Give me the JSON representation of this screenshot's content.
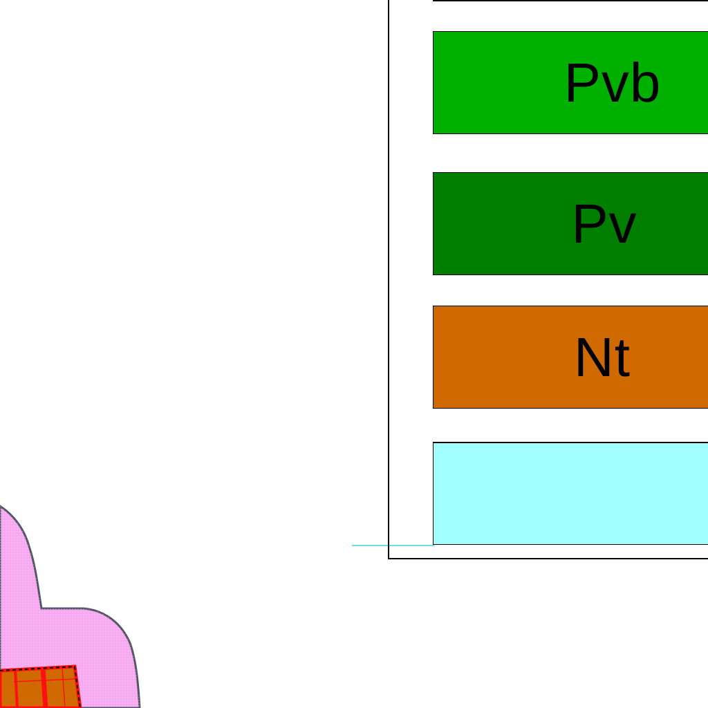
{
  "legend": {
    "items": [
      {
        "id": "pvb",
        "label": "Pvb",
        "color": "#00b000"
      },
      {
        "id": "pv",
        "label": "Pv",
        "color": "#007e00"
      },
      {
        "id": "nt",
        "label": "Nt",
        "color": "#d06a00"
      },
      {
        "id": "cyan",
        "label": "",
        "color": "#a2ffff"
      }
    ]
  },
  "map": {
    "colors": {
      "pink_zone": "#f6a8f0",
      "pink_outline": "#555566",
      "building_fill": "#d06a00",
      "building_outline": "#ff1010",
      "guide_line": "#40d0d8"
    }
  }
}
